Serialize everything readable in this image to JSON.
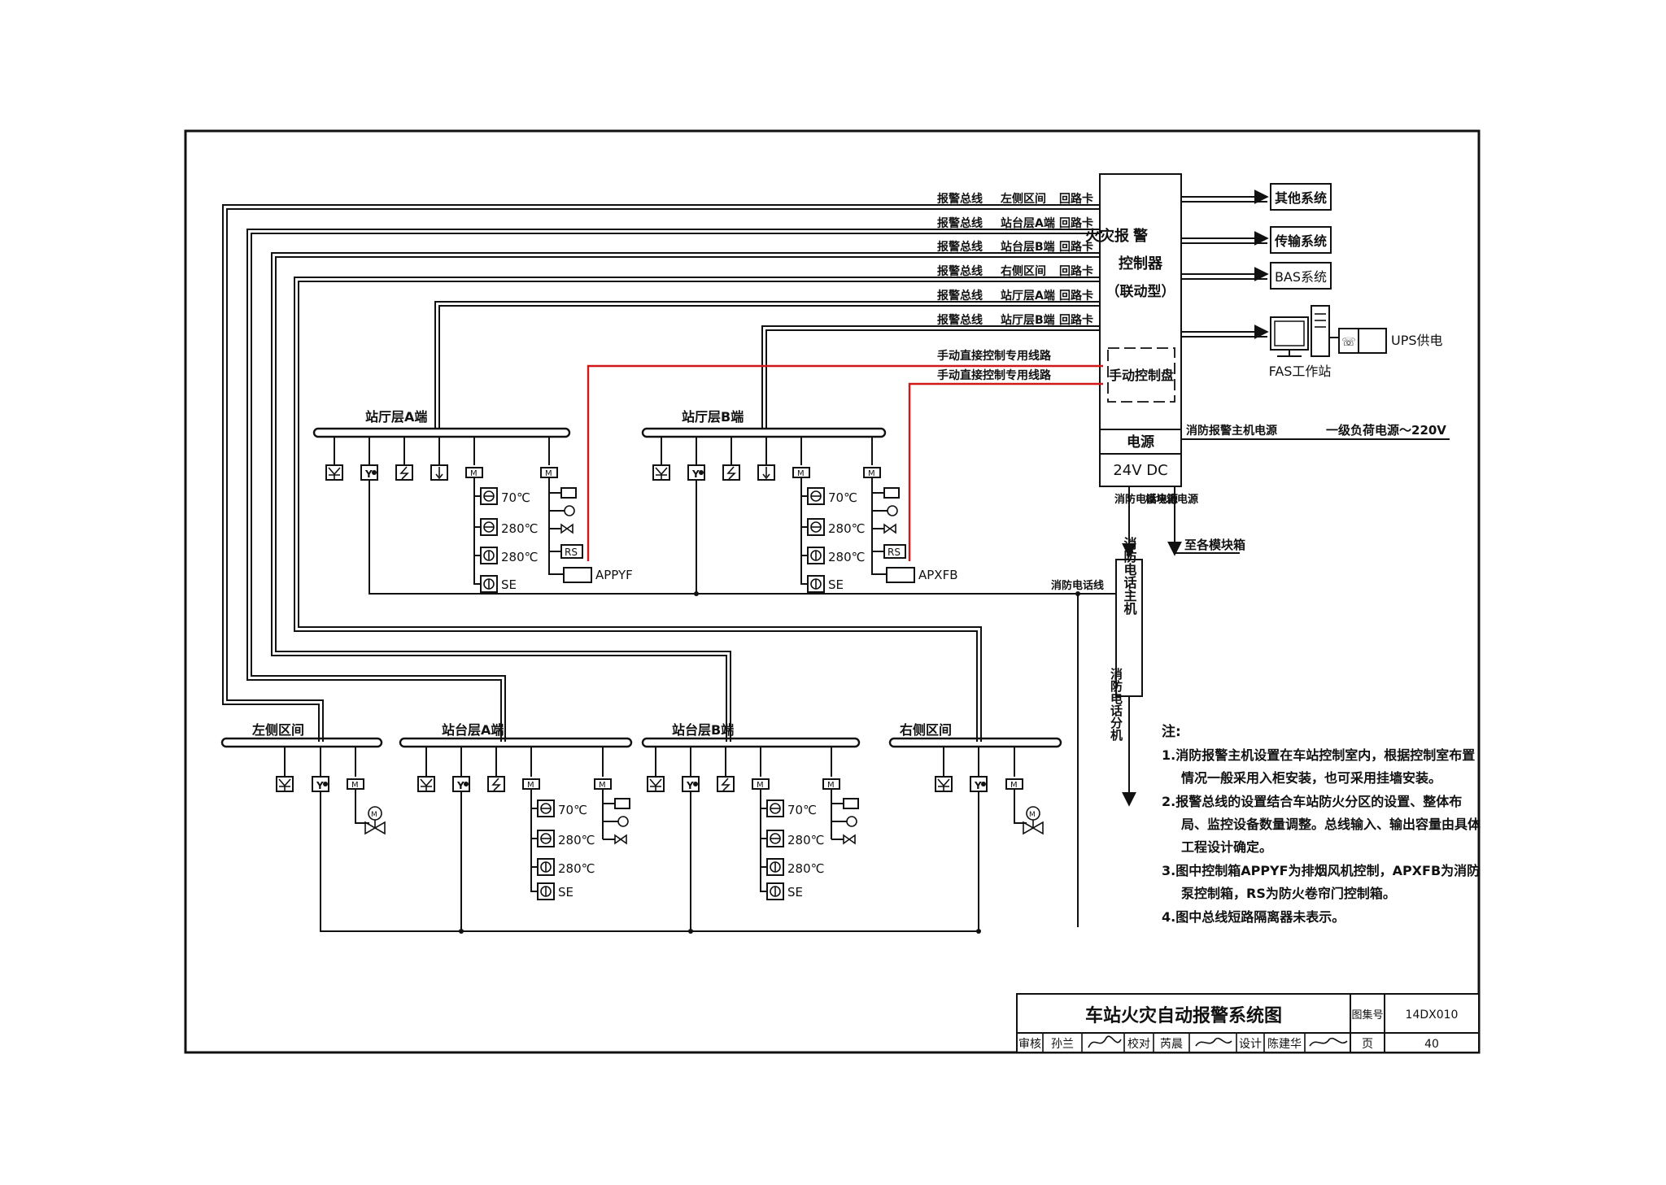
{
  "controller": {
    "title_l1": "火灾报",
    "title_l2": "警",
    "title_l3": "控制器",
    "title_l4": "（联动型）",
    "manual_panel": "手动控制盘",
    "power": "电源",
    "dc": "24V  DC"
  },
  "outputs": {
    "other": "其他系统",
    "transfer": "传输系统",
    "bas": "BAS系统",
    "ups": "UPS供电",
    "fas": "FAS工作站"
  },
  "bus_labels": [
    {
      "a": "报警总线",
      "b": "左侧区间",
      "c": "回路卡"
    },
    {
      "a": "报警总线",
      "b": "站台层A端",
      "c": "回路卡"
    },
    {
      "a": "报警总线",
      "b": "站台层B端",
      "c": "回路卡"
    },
    {
      "a": "报警总线",
      "b": "右侧区间",
      "c": "回路卡"
    },
    {
      "a": "报警总线",
      "b": "站厅层A端",
      "c": "回路卡"
    },
    {
      "a": "报警总线",
      "b": "站厅层B端",
      "c": "回路卡"
    }
  ],
  "manual_lines": [
    "手动直接控制专用线路",
    "手动直接控制专用线路"
  ],
  "power_labels": {
    "host_power": "消防报警主机电源",
    "grid": "一级负荷电源～220V",
    "phone_power": "消防电话电源",
    "module_power": "模块箱电源",
    "to_modules": "至各模块箱",
    "phone_line": "消防电话线"
  },
  "phone": {
    "host": "消防电话主机",
    "ext": "消防电话分机"
  },
  "zones": {
    "hall_a": "站厅层A端",
    "hall_b": "站厅层B端",
    "left": "左侧区间",
    "plat_a": "站台层A端",
    "plat_b": "站台层B端",
    "right": "右侧区间"
  },
  "devices": {
    "t70": "70℃",
    "t280": "280℃",
    "se": "SE",
    "rs": "RS",
    "appyf": "APPYF",
    "apxfb": "APXFB",
    "m": "M"
  },
  "notes": {
    "title": "注:",
    "lines": [
      "1.消防报警主机设置在车站控制室内，根据控制室布置",
      "情况一般采用入柜安装，也可采用挂墙安装。",
      "2.报警总线的设置结合车站防火分区的设置、整体布",
      "局、监控设备数量调整。总线输入、输出容量由具体",
      "工程设计确定。",
      "3.图中控制箱APPYF为排烟风机控制，APXFB为消防",
      "泵控制箱，RS为防火卷帘门控制箱。",
      "4.图中总线短路隔离器未表示。"
    ]
  },
  "title_block": {
    "title": "车站火灾自动报警系统图",
    "atlas_label": "图集号",
    "atlas_no": "14DX010",
    "review": "审核",
    "review_name": "孙兰",
    "check": "校对",
    "check_name": "芮晨",
    "design": "设计",
    "design_name": "陈建华",
    "page_label": "页",
    "page_no": "40"
  }
}
